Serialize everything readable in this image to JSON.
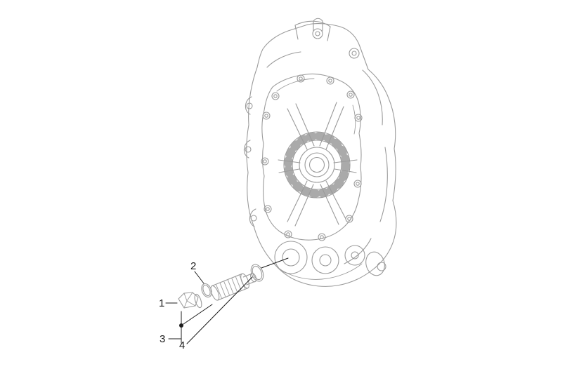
{
  "diagram": {
    "kind": "exploded-parts-line-drawing",
    "callouts": {
      "c1": "1",
      "c2": "2",
      "c3": "3",
      "c4": "4"
    },
    "colors": {
      "background": "#ffffff",
      "drawing_line": "#9b9b9b",
      "callout": "#1c1c1c"
    }
  }
}
